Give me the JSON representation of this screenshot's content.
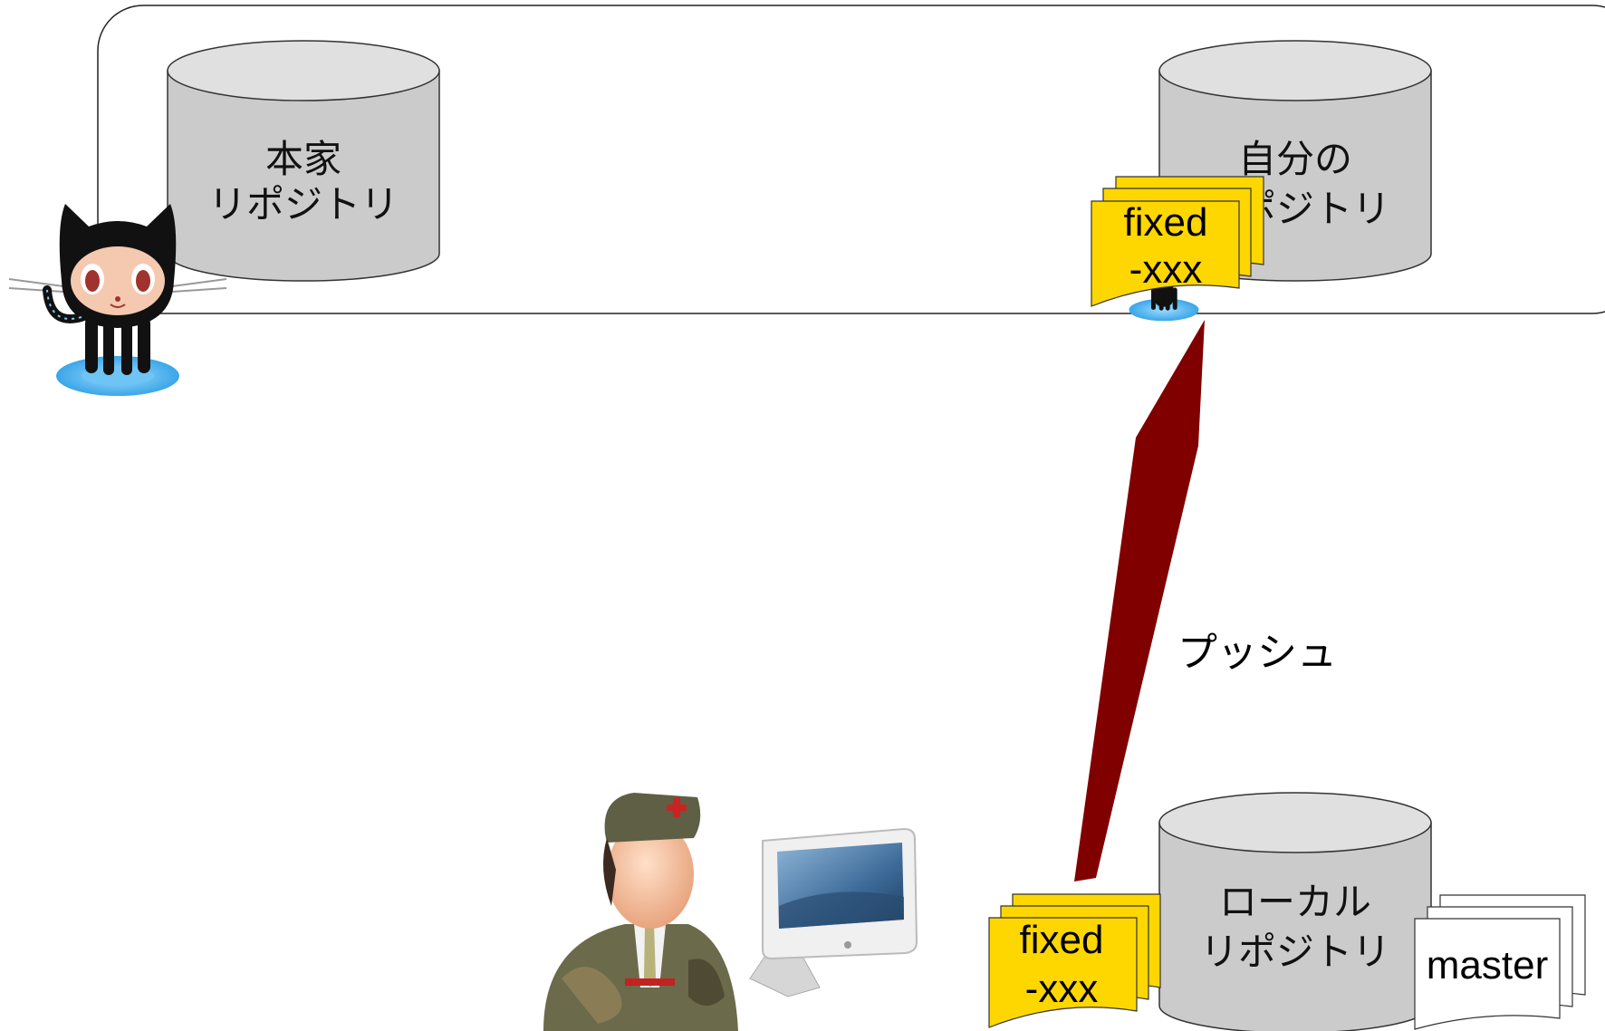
{
  "diagram": {
    "nodes": {
      "upstream_repo": {
        "line1": "本家",
        "line2": "リポジトリ"
      },
      "my_repo": {
        "line1": "自分の",
        "line2": "リポジトリ"
      },
      "local_repo": {
        "line1": "ローカル",
        "line2": "リポジトリ"
      }
    },
    "branches": {
      "remote_fixed": {
        "line1": "fixed",
        "line2": "-xxx"
      },
      "local_fixed": {
        "line1": "fixed",
        "line2": "-xxx"
      },
      "local_master": "master"
    },
    "edges": [
      {
        "from": "local_repo",
        "to": "my_repo",
        "label": "プッシュ"
      }
    ]
  },
  "icons": [
    "octocat-icon",
    "octocat-icon",
    "soldier-user-icon",
    "imac-computer-icon"
  ],
  "colors": {
    "cylinder_fill": "#cbcbcb",
    "cylinder_top": "#e0e0e0",
    "branch_yellow": "#ffd700",
    "arrow": "#800000"
  }
}
